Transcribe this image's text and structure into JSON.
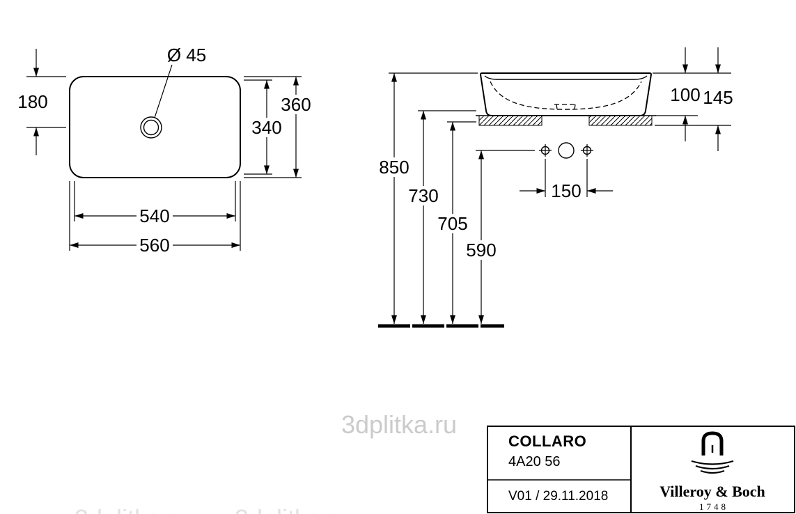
{
  "watermark": {
    "text": "3dplitka.ru"
  },
  "top_view": {
    "drain_diameter": "Ø 45",
    "d180": "180",
    "d540": "540",
    "d560": "560",
    "d340": "340",
    "d360": "360"
  },
  "front_view": {
    "d850": "850",
    "d730": "730",
    "d705": "705",
    "d590": "590",
    "d100": "100",
    "d145": "145",
    "d150": "150"
  },
  "title_block": {
    "product_name": "COLLARO",
    "article_number": "4A20 56",
    "version_date": "V01 / 29.11.2018",
    "brand": "Villeroy & Boch",
    "brand_year": "1748"
  }
}
